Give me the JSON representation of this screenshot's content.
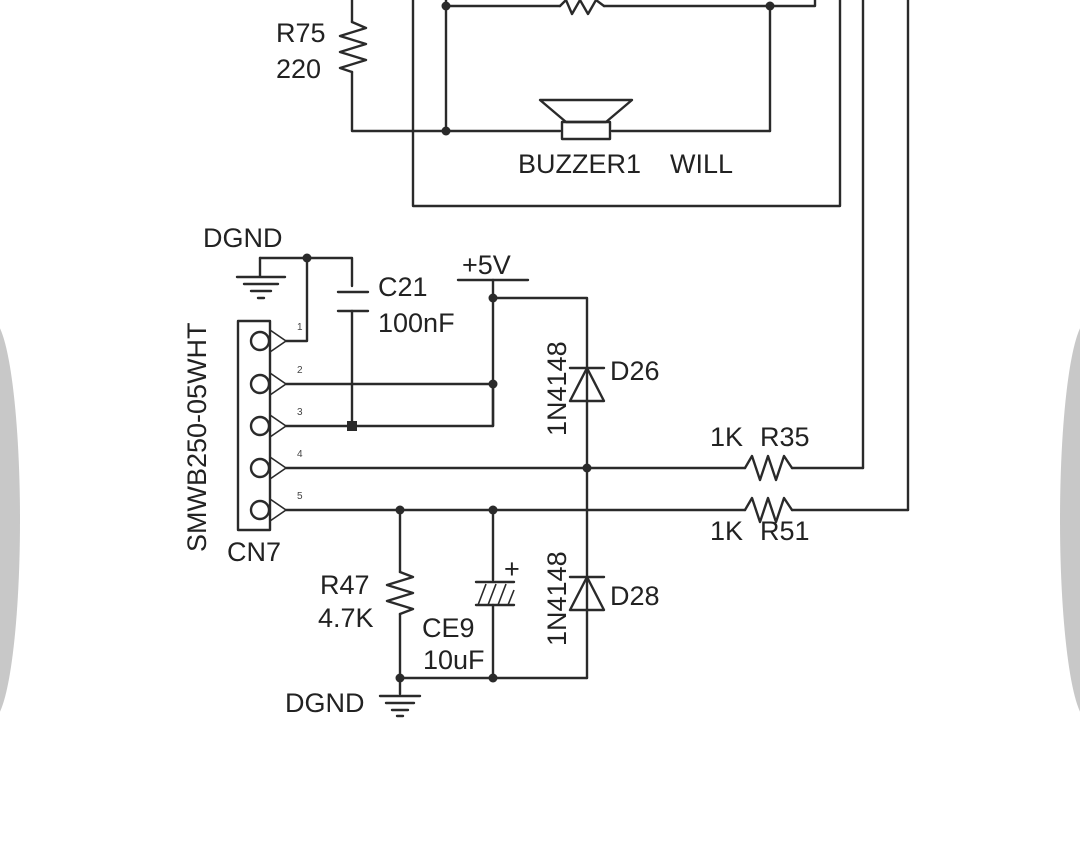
{
  "components": {
    "r75": {
      "ref": "R75",
      "value": "220"
    },
    "buzzer": {
      "ref": "BUZZER1",
      "value": "WILL"
    },
    "cn7": {
      "ref": "CN7",
      "part": "SMWB250-05WHT",
      "pins": [
        "1",
        "2",
        "3",
        "4",
        "5"
      ]
    },
    "c21": {
      "ref": "C21",
      "value": "100nF"
    },
    "d26": {
      "ref": "D26",
      "part": "1N4148"
    },
    "d28": {
      "ref": "D28",
      "part": "1N4148"
    },
    "r35": {
      "ref": "R35",
      "value": "1K"
    },
    "r51": {
      "ref": "R51",
      "value": "1K"
    },
    "r47": {
      "ref": "R47",
      "value": "4.7K"
    },
    "ce9": {
      "ref": "CE9",
      "value": "10uF",
      "polarity": "+"
    }
  },
  "nets": {
    "dgnd": "DGND",
    "vcc": "+5V"
  }
}
